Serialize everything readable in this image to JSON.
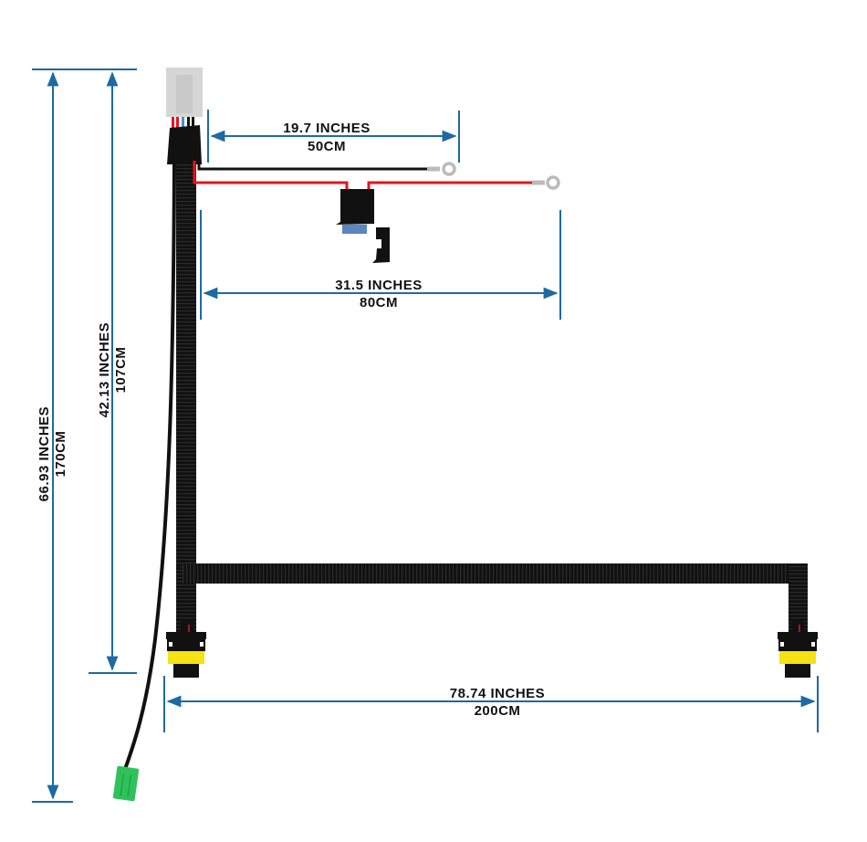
{
  "dimensions": {
    "relay_ground": {
      "inches": "19.7 INCHES",
      "cm": "50CM"
    },
    "power_lead": {
      "inches": "31.5 INCHES",
      "cm": "80CM"
    },
    "lamp_span": {
      "inches": "78.74 INCHES",
      "cm": "200CM"
    },
    "left_lamp_drop": {
      "inches": "42.13 INCHES",
      "cm": "107CM"
    },
    "switch_lead": {
      "inches": "66.93 INCHES",
      "cm": "170CM"
    }
  },
  "colors": {
    "dimension_line": "#1d6aa2",
    "wire_red": "#e8141c",
    "connector_yellow": "#f5e214",
    "switch_connector_green": "#2fc25a",
    "main_connector_gray": "#d6d6d6"
  }
}
